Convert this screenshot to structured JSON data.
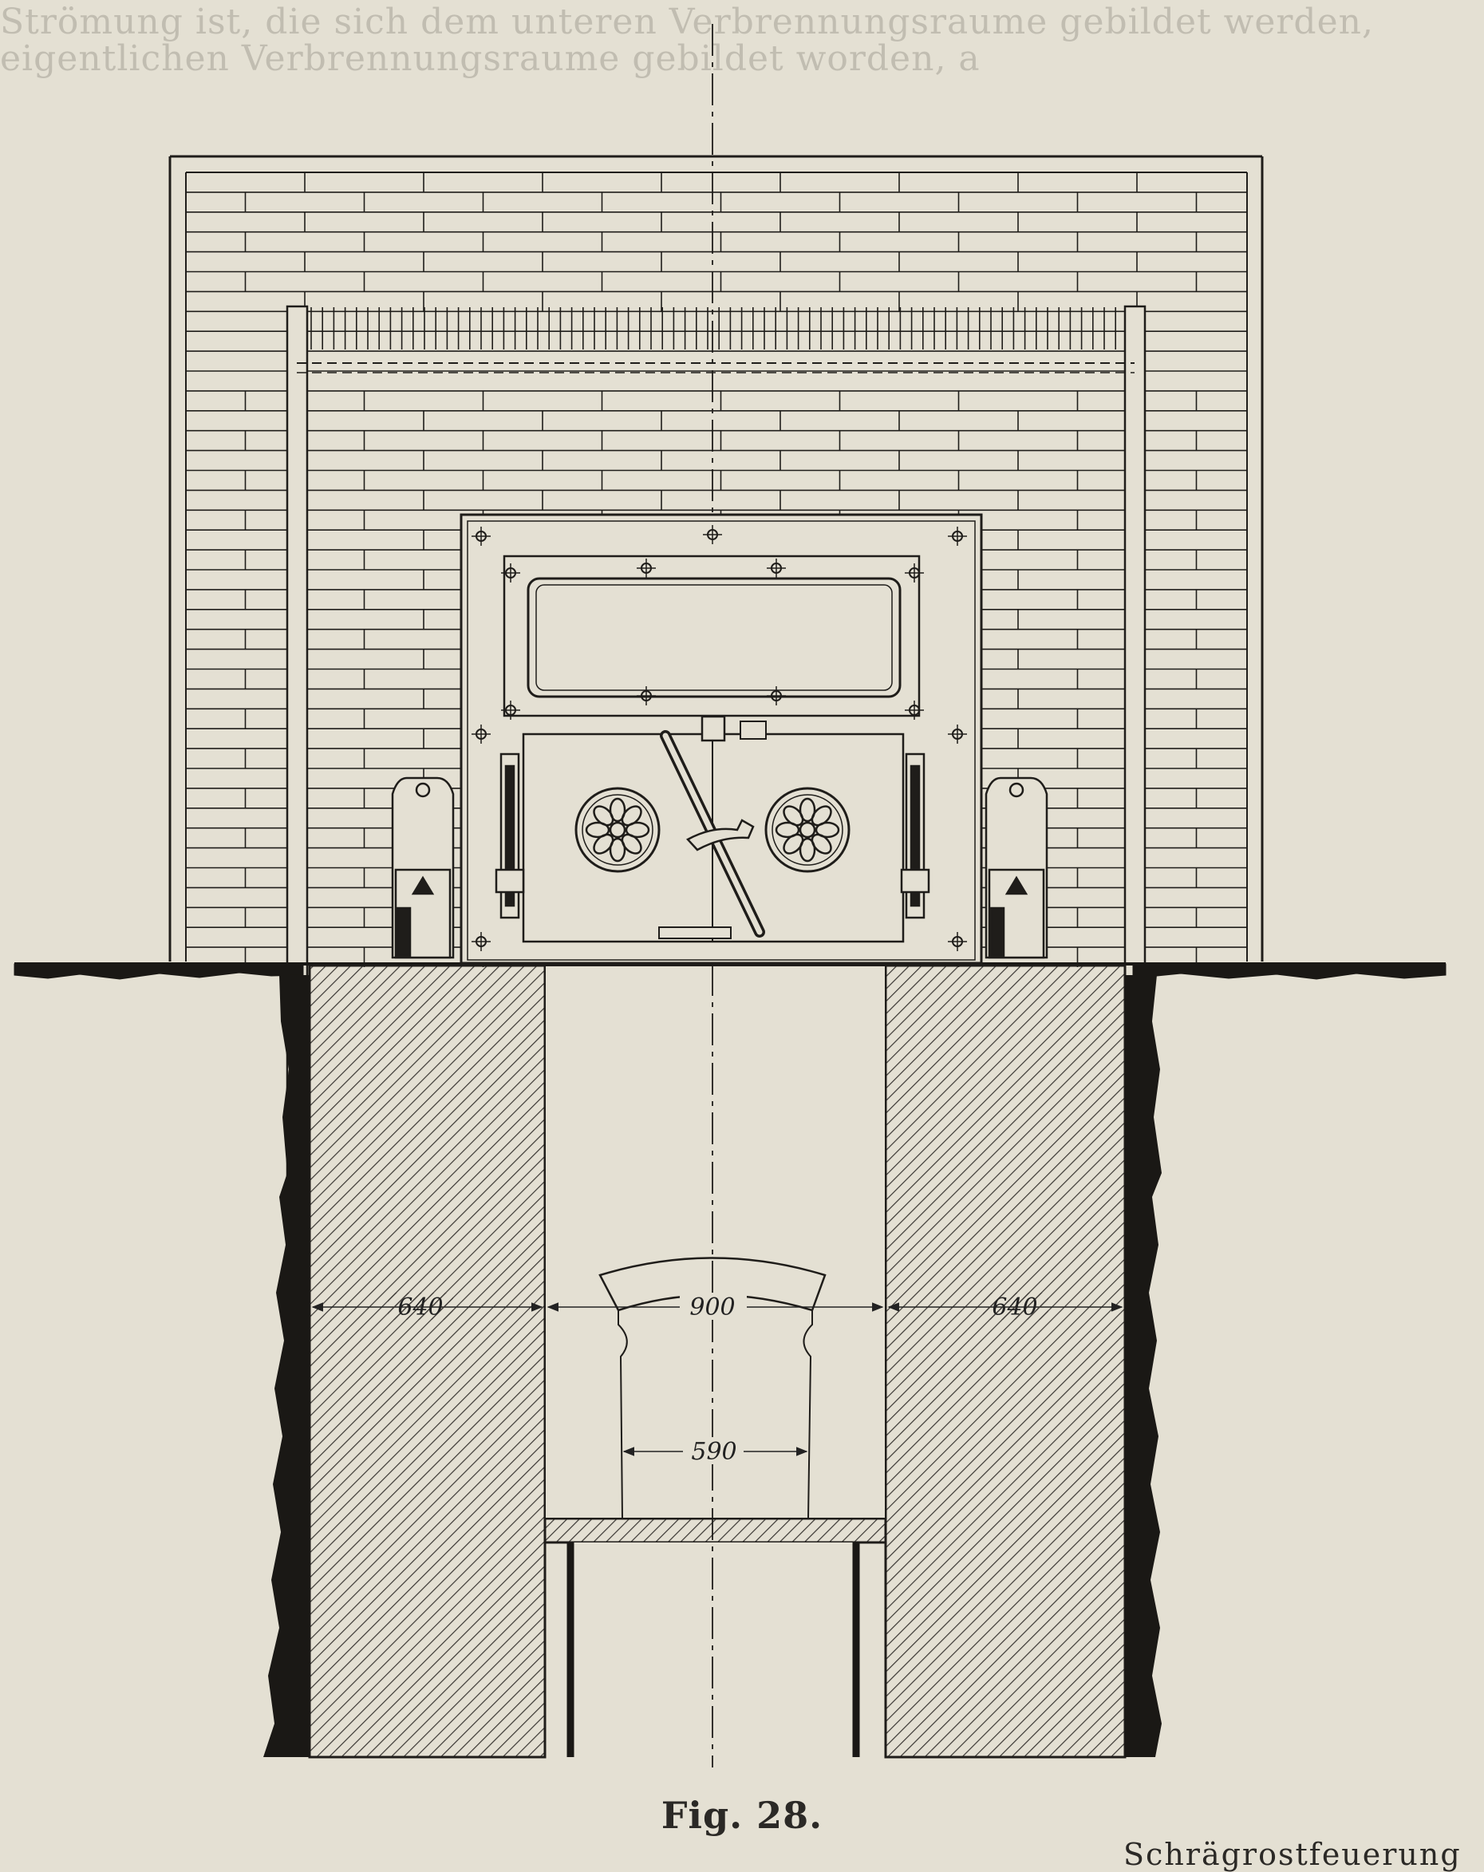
{
  "bleed_through": [
    "Strömung ist, die sich dem unteren Verbrennungsraume gebildet werden,",
    "eigentlichen Verbrennungsraume gebildet worden, a"
  ],
  "figure": {
    "dimensions": {
      "left_wall": "640",
      "opening": "900",
      "right_wall": "640",
      "door": "590"
    }
  },
  "caption": "Fig. 28.",
  "next_heading": "Schrägrostfeuerung",
  "colors": {
    "paper": "#e4e0d3",
    "ink": "#1f1d1a",
    "hatch": "#3a3733"
  },
  "icons": [
    "rosette-icon",
    "hinge-icon",
    "handle-icon",
    "bracket-icon"
  ]
}
